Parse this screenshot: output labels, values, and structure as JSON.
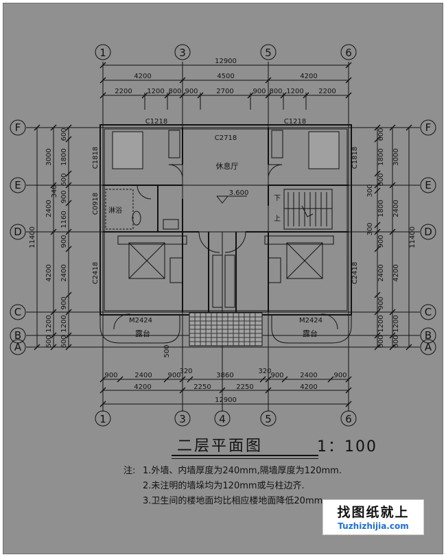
{
  "axes": {
    "top": [
      "1",
      "3",
      "5",
      "6"
    ],
    "bottom": [
      "1",
      "3",
      "4",
      "5",
      "6"
    ],
    "left": [
      "F",
      "E",
      "D",
      "C",
      "B",
      "A"
    ],
    "right": [
      "F",
      "E",
      "D",
      "C",
      "B",
      "A"
    ]
  },
  "dims": {
    "top_total": "12900",
    "top_bays": [
      "4200",
      "4500",
      "4200"
    ],
    "top_parts": [
      "2200",
      "1200",
      "800",
      "900",
      "2700",
      "900",
      "800",
      "1200",
      "2200"
    ],
    "bottom_parts": [
      "900",
      "2400",
      "900",
      "320",
      "3860",
      "320",
      "900",
      "2400",
      "900"
    ],
    "bottom_bays": [
      "4200",
      "2250",
      "2250",
      "4200"
    ],
    "bottom_total": "12900",
    "left_inner": [
      "600",
      "1800",
      "600",
      "900",
      "1160",
      "900",
      "2400",
      "900",
      "1200",
      "600"
    ],
    "left_mid": [
      "3000",
      "340",
      "2400",
      "4200",
      "1200",
      "600"
    ],
    "left_total": "11400",
    "right_inner": [
      "600",
      "1800",
      "600",
      "300",
      "1800",
      "300",
      "900",
      "2400",
      "900",
      "1200",
      "600"
    ],
    "right_mid": [
      "3000",
      "2400",
      "4200",
      "1200",
      "600"
    ],
    "right_total": "11400",
    "porch_depth": "500"
  },
  "labels": {
    "window_c1218_left": "C1218",
    "window_c1218_right": "C1218",
    "window_c2718": "C2718",
    "window_c1818_left": "C1818",
    "window_c1818_right": "C1818",
    "window_c0918": "C0918",
    "window_c2418_left": "C2418",
    "window_c2418_right": "C2418",
    "door_m2424_left": "M2424",
    "door_m2424_right": "M2424",
    "lounge": "休息厅",
    "elevation": "3.600",
    "bath": "淋浴",
    "stair_down": "下",
    "stair_up": "上",
    "terrace_left": "露台",
    "terrace_right": "露台"
  },
  "title": "二层平面图",
  "scale": "1：100",
  "notes": {
    "label": "注:",
    "items": [
      "1.外墙、内墙厚度为240mm,隔墙厚度为120mm.",
      "2.未注明的墙垛均为120mm或与柱边齐.",
      "3.卫生间的楼地面均比相应楼地面降低20mm."
    ]
  },
  "watermark": {
    "main": "找图纸就上",
    "sub": "Tuzhizhijia.com"
  },
  "colors": {
    "background": "#909090",
    "line": "#111111",
    "watermark_url": "#1f6fd8"
  }
}
